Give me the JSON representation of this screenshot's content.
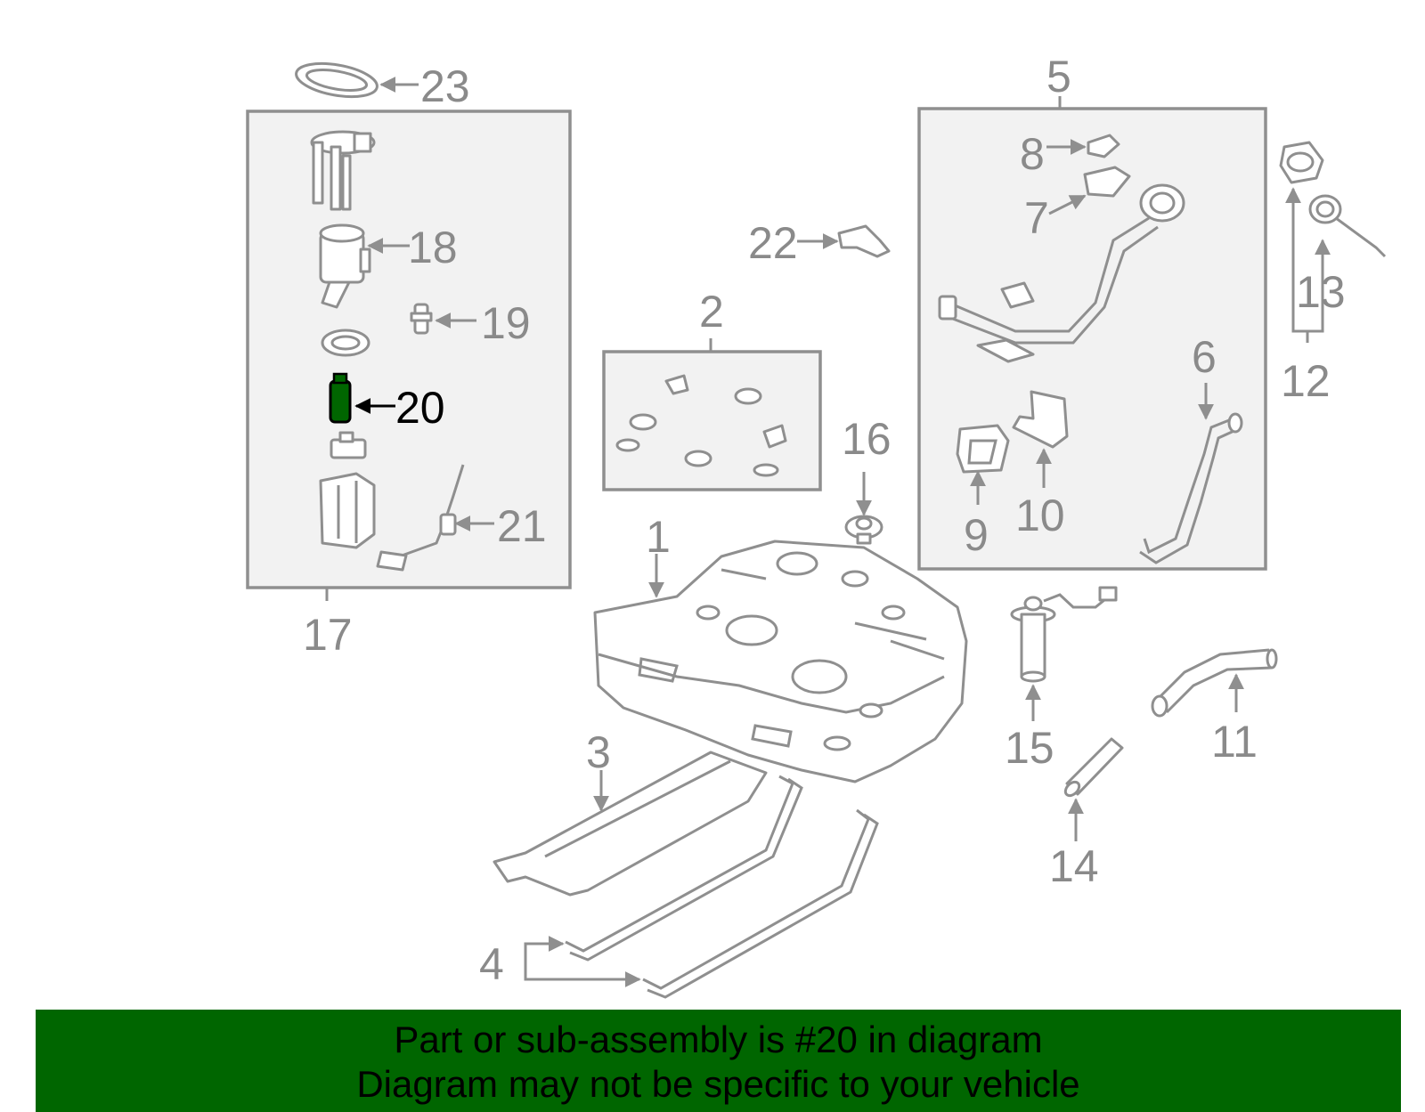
{
  "diagram": {
    "highlight_color": "#006600",
    "callouts": [
      {
        "id": "1",
        "text": "1"
      },
      {
        "id": "2",
        "text": "2"
      },
      {
        "id": "3",
        "text": "3"
      },
      {
        "id": "4",
        "text": "4"
      },
      {
        "id": "5",
        "text": "5"
      },
      {
        "id": "6",
        "text": "6"
      },
      {
        "id": "7",
        "text": "7"
      },
      {
        "id": "8",
        "text": "8"
      },
      {
        "id": "9",
        "text": "9"
      },
      {
        "id": "10",
        "text": "10"
      },
      {
        "id": "11",
        "text": "11"
      },
      {
        "id": "12",
        "text": "12"
      },
      {
        "id": "13",
        "text": "13"
      },
      {
        "id": "14",
        "text": "14"
      },
      {
        "id": "15",
        "text": "15"
      },
      {
        "id": "16",
        "text": "16"
      },
      {
        "id": "17",
        "text": "17"
      },
      {
        "id": "18",
        "text": "18"
      },
      {
        "id": "19",
        "text": "19"
      },
      {
        "id": "20",
        "text": "20"
      },
      {
        "id": "21",
        "text": "21"
      },
      {
        "id": "22",
        "text": "22"
      },
      {
        "id": "23",
        "text": "23"
      }
    ]
  },
  "banner": {
    "line1": "Part or sub-assembly is #20 in diagram",
    "line2": "Diagram may not be specific to your vehicle"
  }
}
